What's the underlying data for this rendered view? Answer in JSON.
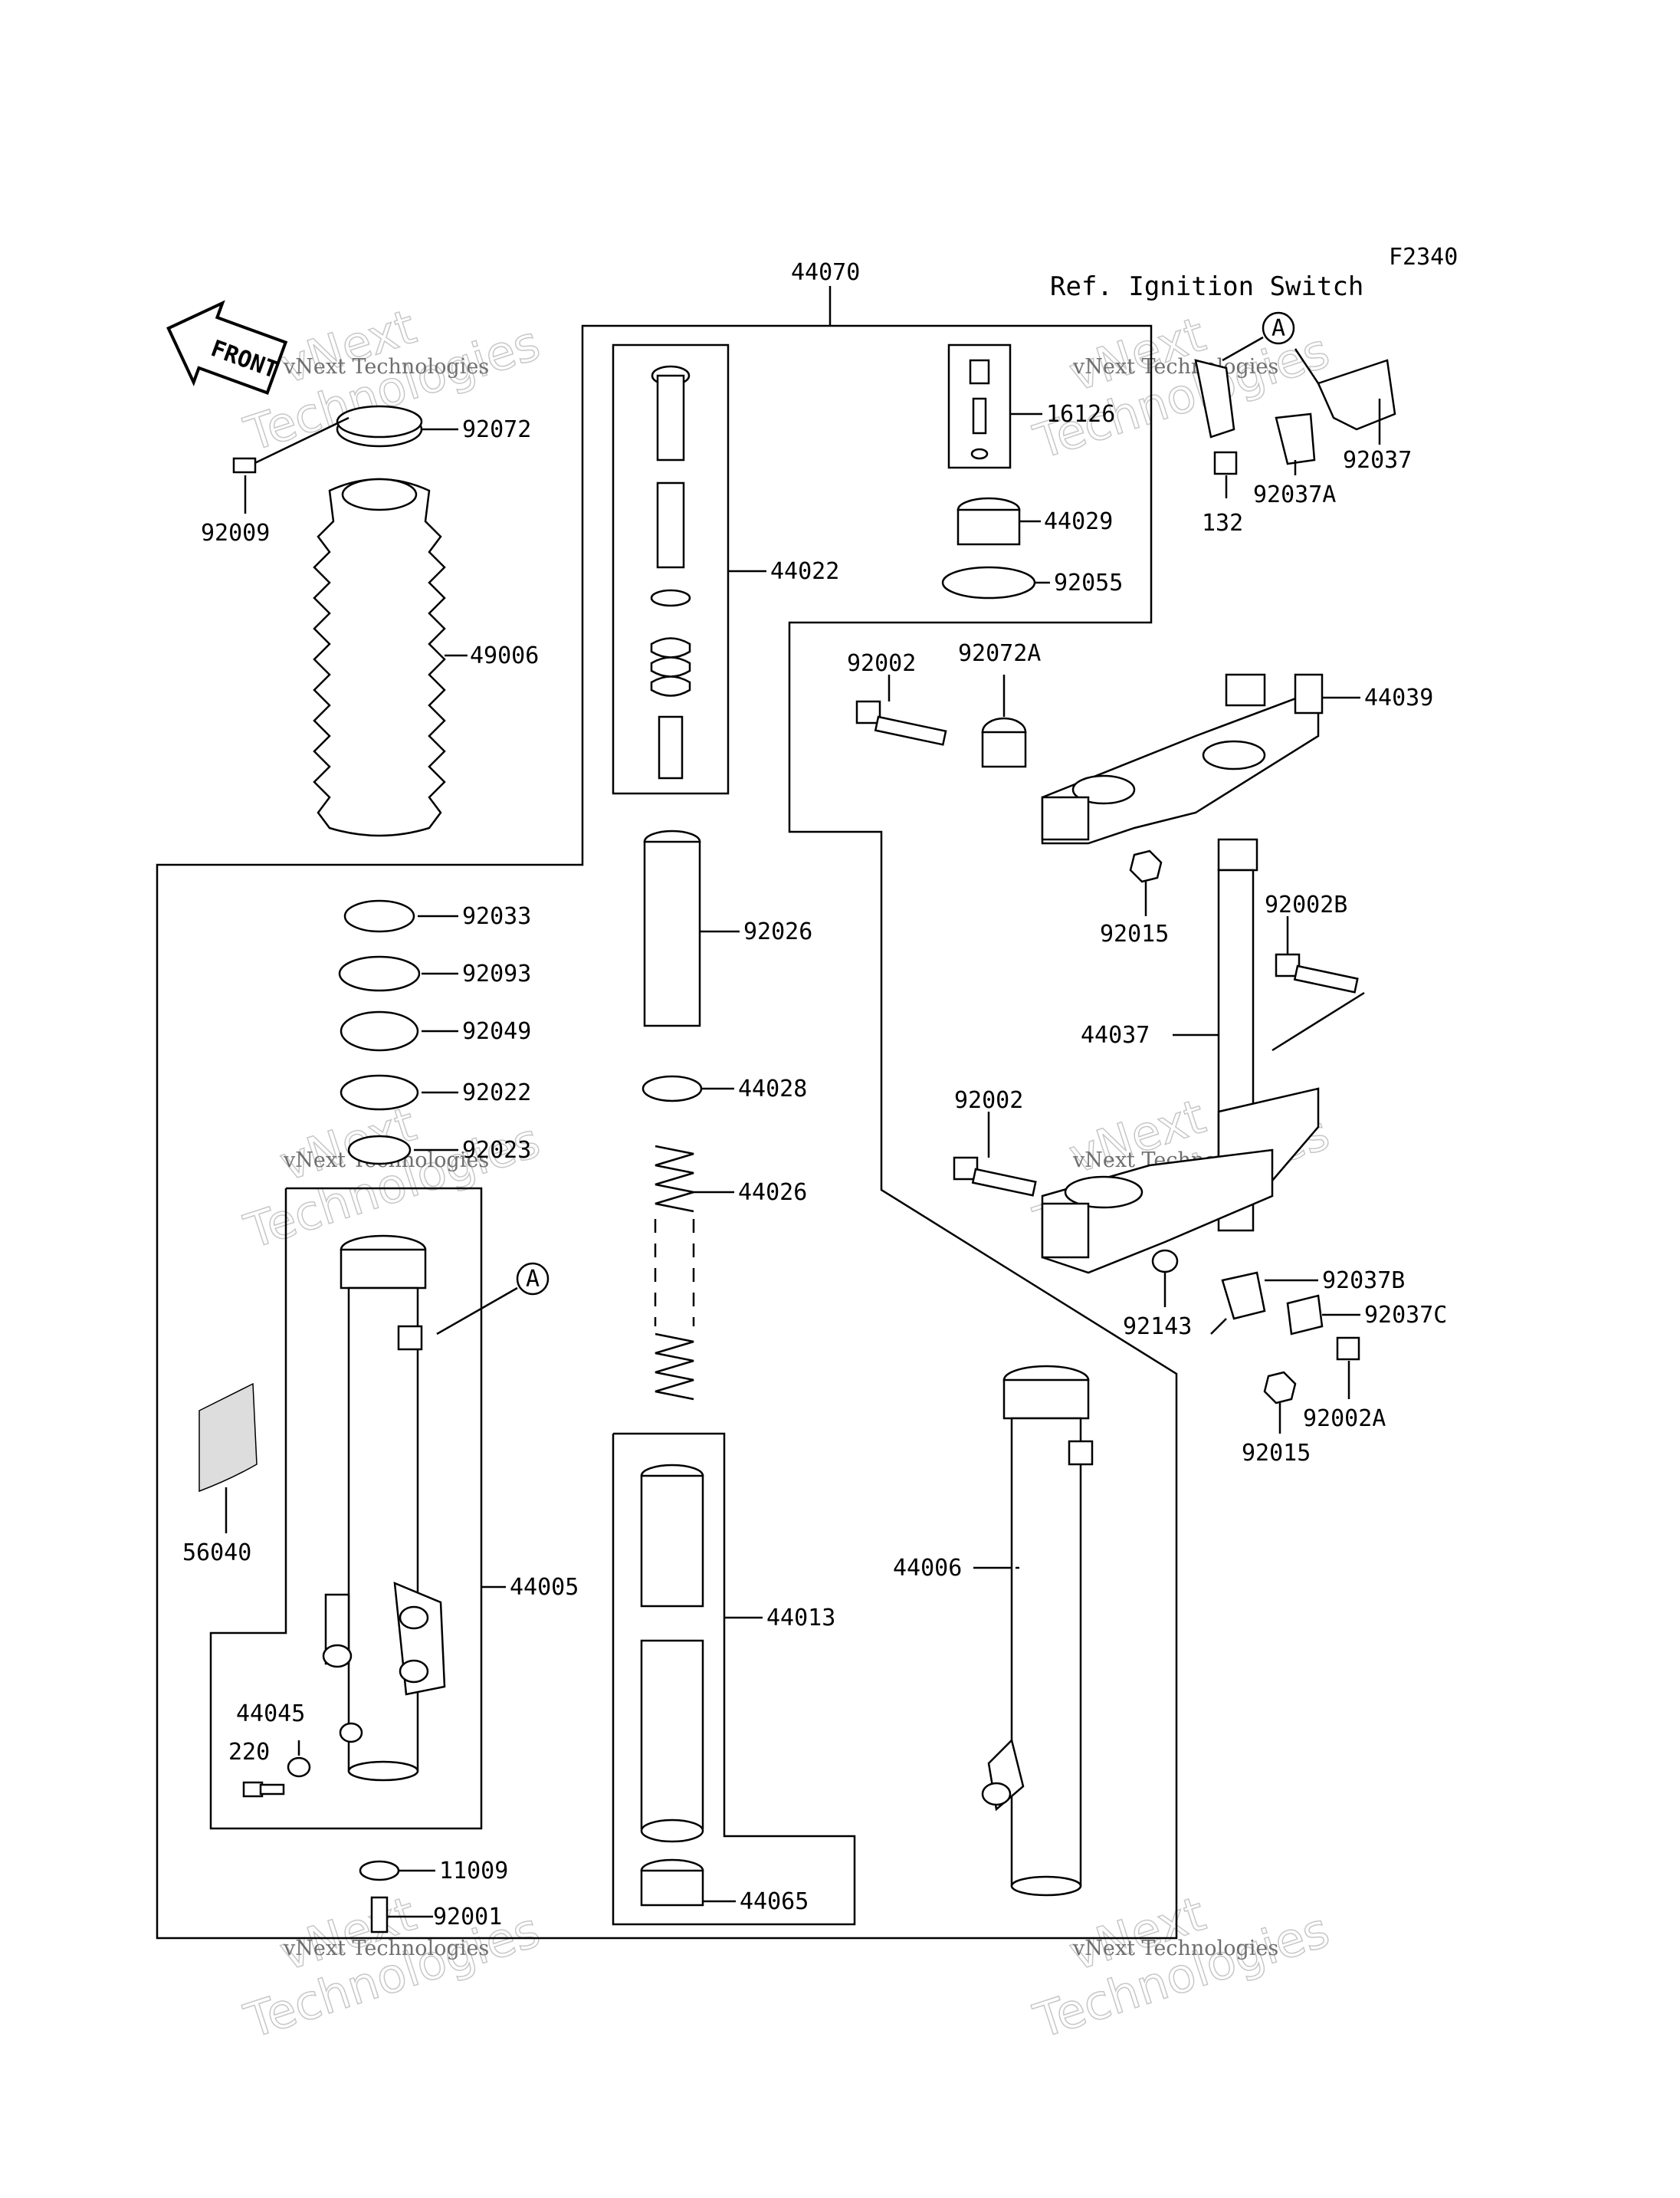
{
  "diagram_code": "F2340",
  "reference_note": "Ref. Ignition Switch",
  "front_arrow_label": "FRONT",
  "callout_marker": "A",
  "watermark": {
    "line1": "vNext",
    "line2": "Technologies",
    "small": "vNext Technologies"
  },
  "parts": {
    "p44070": "44070",
    "p92072": "92072",
    "p92009": "92009",
    "p49006": "49006",
    "p44022": "44022",
    "p16126": "16126",
    "p44029": "44029",
    "p92055": "92055",
    "p92037": "92037",
    "p92037A": "92037A",
    "p132": "132",
    "p92002_top": "92002",
    "p92072A": "92072A",
    "p44039": "44039",
    "p92015_top": "92015",
    "p92002B": "92002B",
    "p44037": "44037",
    "p92002_mid": "92002",
    "p92033": "92033",
    "p92093": "92093",
    "p92049": "92049",
    "p92022": "92022",
    "p92023": "92023",
    "p92026": "92026",
    "p44028": "44028",
    "p44026": "44026",
    "p92037B": "92037B",
    "p92037C": "92037C",
    "p92143": "92143",
    "p92002A": "92002A",
    "p92015_bot": "92015",
    "p56040": "56040",
    "p44005": "44005",
    "p44013": "44013",
    "p44006": "44006",
    "p44045": "44045",
    "p220": "220",
    "p11009": "11009",
    "p92001": "92001",
    "p44065": "44065"
  }
}
